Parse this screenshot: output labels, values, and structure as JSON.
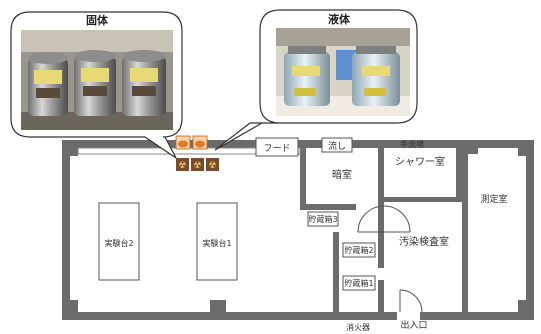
{
  "callouts": {
    "solid_title": "固体",
    "liquid_title": "液体"
  },
  "rooms": {
    "hood": "フード",
    "sink": "流し",
    "handwash": "手洗場",
    "darkroom": "暗室",
    "shower": "シャワー室",
    "measurement": "測定室",
    "contamination": "汚染検査室"
  },
  "furniture": {
    "bench2": "実験台2",
    "bench1": "実験台1",
    "storage3": "貯蔵箱3",
    "storage2": "貯蔵箱2",
    "storage1": "貯蔵箱1"
  },
  "bottom": {
    "extinguisher": "消火器",
    "entrance": "出入口"
  },
  "icons": [
    "radiation-icon",
    "container-icon"
  ],
  "colors": {
    "wall": "#6b6b6b",
    "icon_bg": "#7a4a2a",
    "container": "#e07b24",
    "bubble_border": "#333333"
  }
}
